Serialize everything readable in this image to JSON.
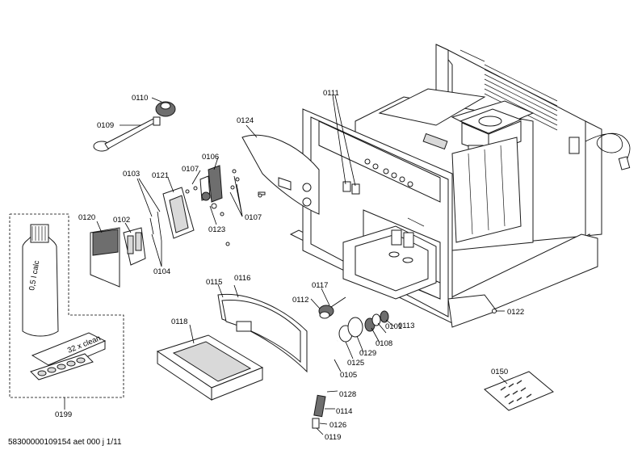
{
  "diagram": {
    "footer": "58300000109154 aet 000 j 1/11",
    "part_labels": {
      "p0101": "0101",
      "p0102": "0102",
      "p0103": "0103",
      "p0104": "0104",
      "p0105": "0105",
      "p0106": "0106",
      "p0107a": "0107",
      "p0107b": "0107",
      "p0108": "0108",
      "p0109": "0109",
      "p0110": "0110",
      "p0111": "0111",
      "p0112": "0112",
      "p0113": "0113",
      "p0114": "0114",
      "p0115": "0115",
      "p0116": "0116",
      "p0117": "0117",
      "p0118": "0118",
      "p0119": "0119",
      "p0120": "0120",
      "p0121": "0121",
      "p0122": "0122",
      "p0123": "0123",
      "p0124": "0124",
      "p0125": "0125",
      "p0126": "0126",
      "p0128": "0128",
      "p0129": "0129",
      "p0150": "0150",
      "p0199": "0199"
    },
    "bottle_text": "0,5 l calc",
    "tablet_pack_text": "32 x clean"
  }
}
